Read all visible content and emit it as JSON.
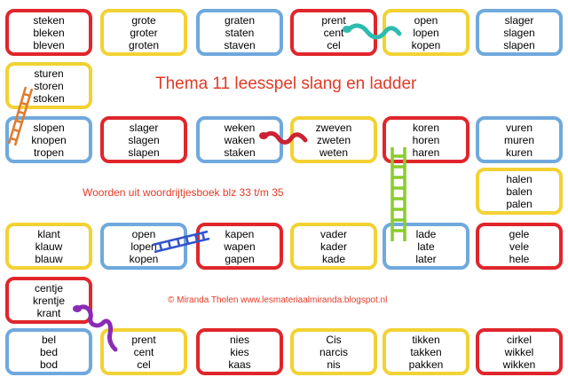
{
  "title": "Thema 11 leesspel slang en ladder",
  "subtitle": "Woorden uit woordrijtjesboek blz 33 t/m 35",
  "credit": "© Miranda Tholen www.lesmateriaalmiranda.blogspot.nl",
  "colors": {
    "red": "#e0262b",
    "yellow": "#f2d233",
    "blue": "#6fa9dd",
    "snake_green": "#2dbbb0",
    "snake_red": "#cc2233",
    "snake_purple": "#8a2bb5",
    "ladder_orange": "#e07a2e",
    "ladder_green": "#8acc2e",
    "ladder_blue": "#3355cc",
    "text_red": "#e23a26"
  },
  "icons": [
    "snake-icon",
    "ladder-icon"
  ],
  "cards": [
    {
      "id": "c1",
      "color": "red",
      "words": [
        "steken",
        "bleken",
        "bleven"
      ]
    },
    {
      "id": "c2",
      "color": "yellow",
      "words": [
        "grote",
        "groter",
        "groten"
      ]
    },
    {
      "id": "c3",
      "color": "blue",
      "words": [
        "graten",
        "staten",
        "staven"
      ]
    },
    {
      "id": "c4",
      "color": "red",
      "words": [
        "prent",
        "cent",
        "cel"
      ]
    },
    {
      "id": "c5",
      "color": "yellow",
      "words": [
        "open",
        "lopen",
        "kopen"
      ]
    },
    {
      "id": "c6",
      "color": "blue",
      "words": [
        "slager",
        "slagen",
        "slapen"
      ]
    },
    {
      "id": "c7",
      "color": "yellow",
      "words": [
        "sturen",
        "storen",
        "stoken"
      ]
    },
    {
      "id": "c8",
      "color": "blue",
      "words": [
        "slopen",
        "knopen",
        "tropen"
      ]
    },
    {
      "id": "c9",
      "color": "red",
      "words": [
        "slager",
        "slagen",
        "slapen"
      ]
    },
    {
      "id": "c10",
      "color": "blue",
      "words": [
        "weken",
        "waken",
        "staken"
      ]
    },
    {
      "id": "c11",
      "color": "yellow",
      "words": [
        "zweven",
        "zweten",
        "weten"
      ]
    },
    {
      "id": "c12",
      "color": "red",
      "words": [
        "koren",
        "horen",
        "haren"
      ]
    },
    {
      "id": "c13",
      "color": "blue",
      "words": [
        "vuren",
        "muren",
        "kuren"
      ]
    },
    {
      "id": "c14",
      "color": "yellow",
      "words": [
        "halen",
        "balen",
        "palen"
      ]
    },
    {
      "id": "c15",
      "color": "yellow",
      "words": [
        "klant",
        "klauw",
        "blauw"
      ]
    },
    {
      "id": "c16",
      "color": "blue",
      "words": [
        "open",
        "lopen",
        "kopen"
      ]
    },
    {
      "id": "c17",
      "color": "red",
      "words": [
        "kapen",
        "wapen",
        "gapen"
      ]
    },
    {
      "id": "c18",
      "color": "yellow",
      "words": [
        "vader",
        "kader",
        "kade"
      ]
    },
    {
      "id": "c19",
      "color": "blue",
      "words": [
        "lade",
        "late",
        "later"
      ]
    },
    {
      "id": "c20",
      "color": "red",
      "words": [
        "gele",
        "vele",
        "hele"
      ]
    },
    {
      "id": "c21",
      "color": "red",
      "words": [
        "centje",
        "krentje",
        "krant"
      ]
    },
    {
      "id": "c22",
      "color": "blue",
      "words": [
        "bel",
        "bed",
        "bod"
      ]
    },
    {
      "id": "c23",
      "color": "yellow",
      "words": [
        "prent",
        "cent",
        "cel"
      ]
    },
    {
      "id": "c24",
      "color": "red",
      "words": [
        "nies",
        "kies",
        "kaas"
      ]
    },
    {
      "id": "c25",
      "color": "yellow",
      "words": [
        "Cis",
        "narcis",
        "nis"
      ]
    },
    {
      "id": "c26",
      "color": "yellow",
      "words": [
        "tikken",
        "takken",
        "pakken"
      ]
    },
    {
      "id": "c27",
      "color": "red",
      "words": [
        "cirkel",
        "wikkel",
        "wikken"
      ]
    }
  ]
}
